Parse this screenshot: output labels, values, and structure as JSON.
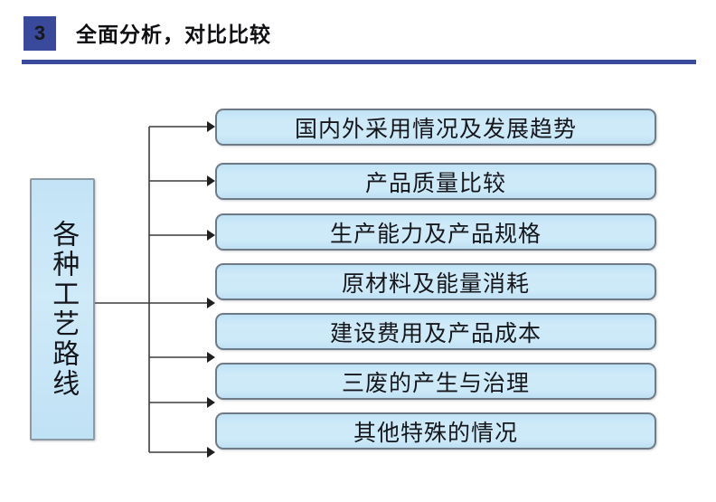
{
  "header": {
    "section_number": "3",
    "title": "全面分析，对比比较",
    "badge_color": "#39499b",
    "divider_color": "#39499b"
  },
  "diagram": {
    "root": {
      "label": "各种工艺路线",
      "orientation": "vertical",
      "fill_color": "#cbe8f7",
      "border_color": "#8d9aa4"
    },
    "leaf_fill_color": "#cbe8f7",
    "leaf_border_color": "#6e7a85",
    "connector_color": "#3c3c3c",
    "items": [
      {
        "label": "国内外采用情况及发展趋势"
      },
      {
        "label": "产品质量比较"
      },
      {
        "label": "生产能力及产品规格"
      },
      {
        "label": "原材料及能量消耗"
      },
      {
        "label": "建设费用及产品成本"
      },
      {
        "label": "三废的产生与治理"
      },
      {
        "label": "其他特殊的情况"
      }
    ]
  }
}
